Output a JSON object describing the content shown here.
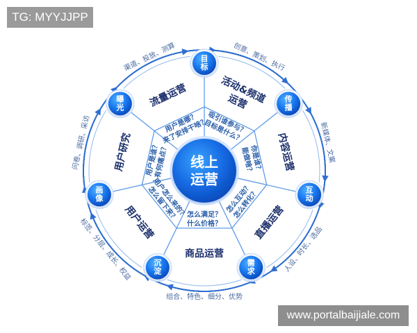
{
  "watermarks": {
    "top_left": "TG: MYYJJPP",
    "bottom_right": "www.portalbaijiale.com"
  },
  "center": {
    "line1": "线上",
    "line2": "运营"
  },
  "nodes": [
    "目标",
    "传播",
    "互动",
    "需求",
    "沉淀",
    "画像",
    "曝光"
  ],
  "outer_labels": [
    "创意、策划、执行",
    "新媒体、文案",
    "人设、时长、选品",
    "组合、特色、细分、优势",
    "标签、分层、成长、权益",
    "问卷、调研、采访",
    "渠道、投放、测算"
  ],
  "segments": [
    "活动&频道运营",
    "内容运营",
    "直播运营",
    "商品运营",
    "用户运营",
    "用户研究",
    "流量运营"
  ],
  "questions": [
    [
      "吸引谁参与？",
      "目标是什么？"
    ],
    [
      "你是谁？",
      "能做啥？"
    ],
    [
      "怎么互动？",
      "怎么转化？"
    ],
    [
      "怎么满足？",
      "什么价格？"
    ],
    [
      "用户怎么来的？",
      "怎么留下来？"
    ],
    [
      "用户是谁？",
      "有何痛点？"
    ],
    [
      "用户是哪？",
      "来了安排干啥？"
    ]
  ],
  "colors": {
    "primary": "#1565d8",
    "node_light": "#3d9bff",
    "node_dark": "#0b4fc4",
    "text_dark": "#1b2f6b",
    "question_text": "#2a5ea8",
    "outer_text": "#4a6aa0",
    "ring": "#2f6fd0",
    "divider": "#5f9be8"
  }
}
